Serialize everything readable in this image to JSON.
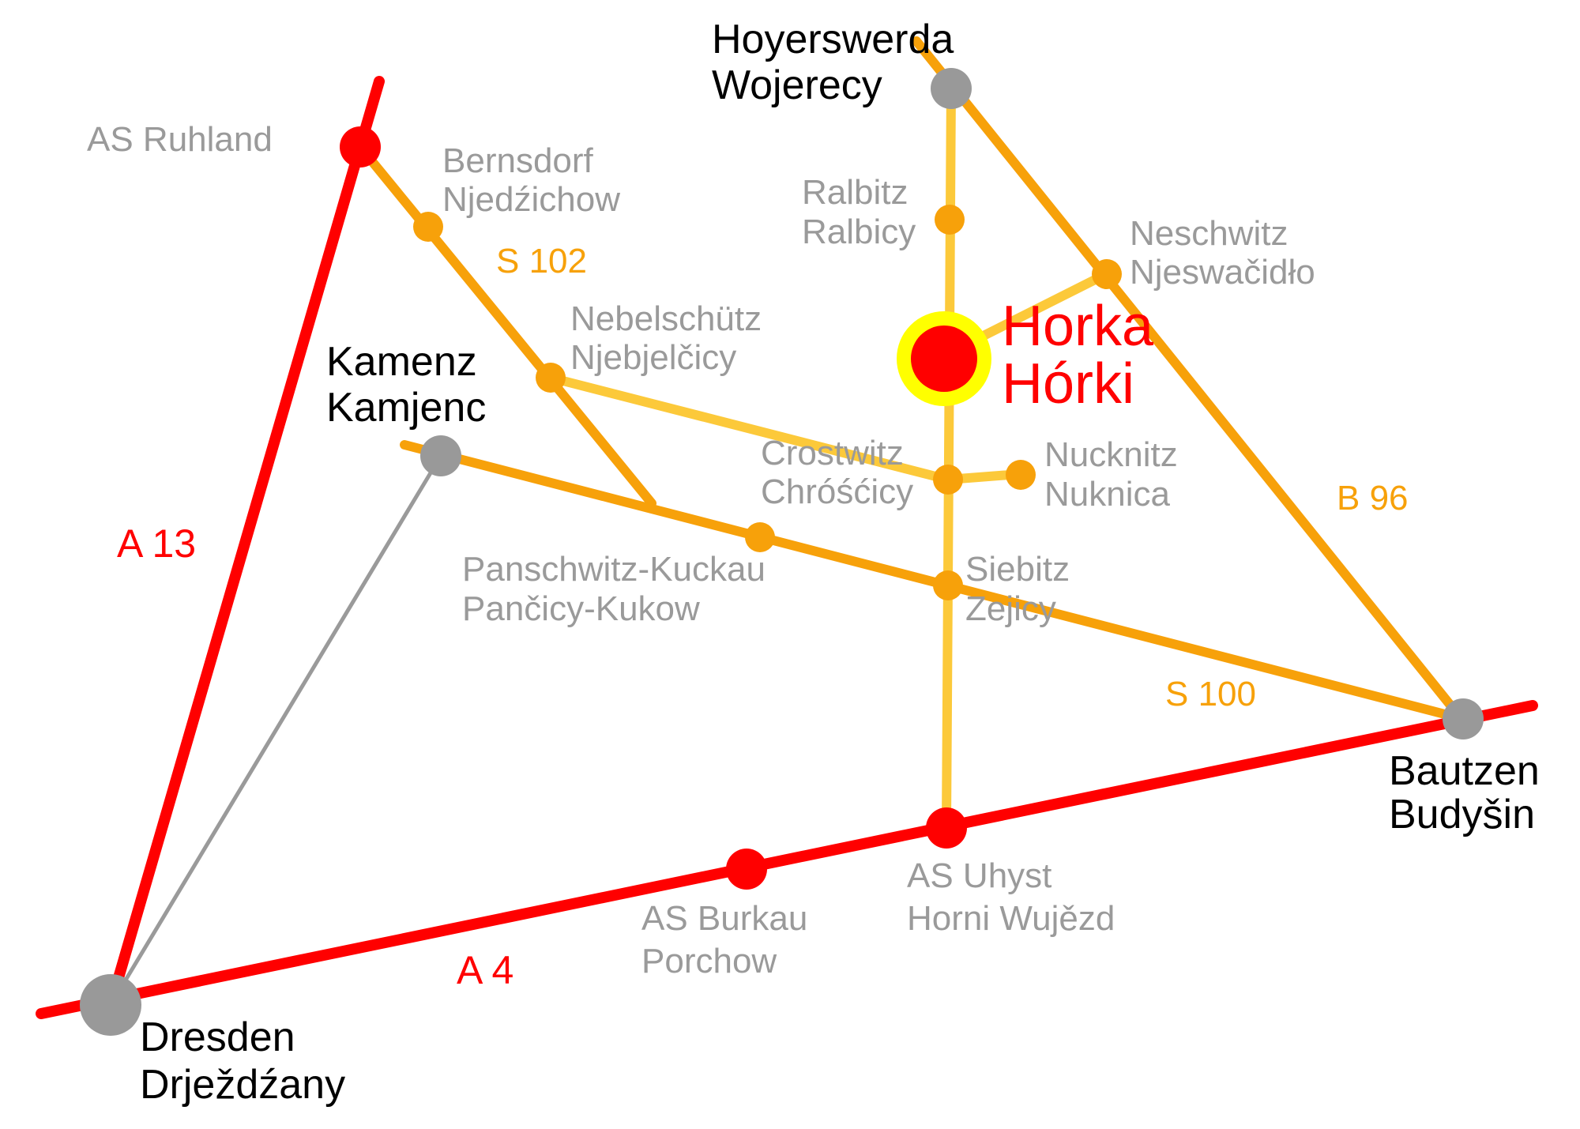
{
  "colors": {
    "motorway": "#ff0000",
    "state_road": "#f7a10a",
    "local_road": "#fcc93a",
    "link_road": "#9a9a9a",
    "city_node": "#999999",
    "junction_node": "#ff0000",
    "village_node": "#f7a10a",
    "focus_fill": "#ff0000",
    "focus_ring": "#ffff00"
  },
  "roads": {
    "a13": "A 13",
    "a4": "A 4",
    "s102": "S 102",
    "s100": "S 100",
    "b96": "B 96"
  },
  "focus": {
    "line1": "Horka",
    "line2": "Hórki"
  },
  "cities": {
    "hoyerswerda": {
      "line1": "Hoyerswerda",
      "line2": "Wojerecy"
    },
    "kamenz": {
      "line1": "Kamenz",
      "line2": "Kamjenc"
    },
    "bautzen": {
      "line1": "Bautzen",
      "line2": "Budyšin"
    },
    "dresden": {
      "line1": "Dresden",
      "line2": "Drježdźany"
    }
  },
  "junctions": {
    "ruhland": {
      "line1": "AS Ruhland"
    },
    "uhyst": {
      "line1": "AS Uhyst",
      "line2": "Horni Wujězd"
    },
    "burkau": {
      "line1": "AS Burkau",
      "line2": "Porchow"
    }
  },
  "villages": {
    "bernsdorf": {
      "line1": "Bernsdorf",
      "line2": "Njedźichow"
    },
    "ralbitz": {
      "line1": "Ralbitz",
      "line2": "Ralbicy"
    },
    "neschwitz": {
      "line1": "Neschwitz",
      "line2": "Njeswačidło"
    },
    "nebelschutz": {
      "line1": "Nebelschütz",
      "line2": "Njebjelčicy"
    },
    "crostwitz": {
      "line1": "Crostwitz",
      "line2": "Chróśćicy"
    },
    "nucknitz": {
      "line1": "Nucknitz",
      "line2": "Nuknica"
    },
    "panschwitz": {
      "line1": "Panschwitz-Kuckau",
      "line2": "Pančicy-Kukow"
    },
    "siebitz": {
      "line1": "Siebitz",
      "line2": "Zejicy"
    }
  }
}
